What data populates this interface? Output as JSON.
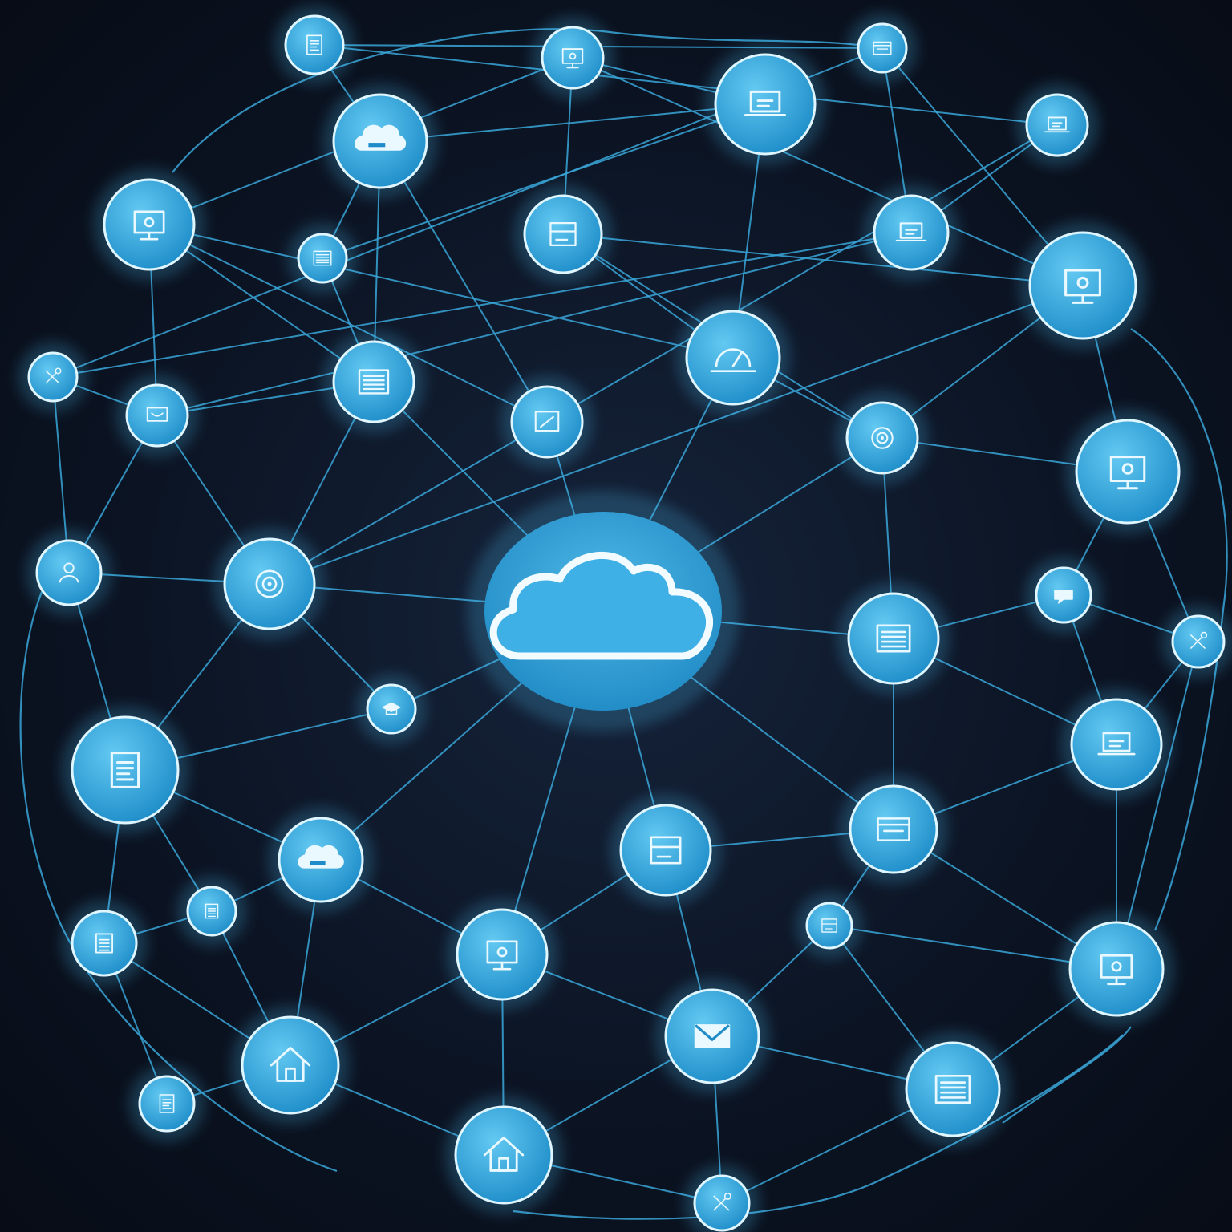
{
  "diagram": {
    "colors": {
      "background": "#0b1322",
      "edge": "#3aa6d8",
      "node_fill_top": "#63c9f2",
      "node_fill_bottom": "#1d8cc8",
      "node_ring": "#dff6ff",
      "glow": "#4fc3f7",
      "icon": "#eaf9ff"
    },
    "hub": {
      "icon": "cloud-icon"
    },
    "nodes": [
      {
        "id": "n1",
        "icon": "document-icon"
      },
      {
        "id": "n2",
        "icon": "monitor-icon"
      },
      {
        "id": "n3",
        "icon": "laptop-icon"
      },
      {
        "id": "n4",
        "icon": "browser-window-icon"
      },
      {
        "id": "n5",
        "icon": "laptop-icon"
      },
      {
        "id": "n6",
        "icon": "cloud-icon"
      },
      {
        "id": "n7",
        "icon": "box-icon"
      },
      {
        "id": "n8",
        "icon": "monitor-icon"
      },
      {
        "id": "n9",
        "icon": "small-document-icon"
      },
      {
        "id": "n10",
        "icon": "laptop-icon"
      },
      {
        "id": "n11",
        "icon": "settings-monitor-icon"
      },
      {
        "id": "n12",
        "icon": "tools-icon"
      },
      {
        "id": "n13",
        "icon": "server-icon"
      },
      {
        "id": "n14",
        "icon": "desk-icon"
      },
      {
        "id": "n15",
        "icon": "edit-icon"
      },
      {
        "id": "n16",
        "icon": "gauge-icon"
      },
      {
        "id": "n17",
        "icon": "target-icon"
      },
      {
        "id": "n18",
        "icon": "monitor-icon"
      },
      {
        "id": "n19",
        "icon": "user-icon"
      },
      {
        "id": "n20",
        "icon": "target-icon"
      },
      {
        "id": "n21",
        "icon": "graduation-cap-icon"
      },
      {
        "id": "n22",
        "icon": "document-list-icon"
      },
      {
        "id": "n23",
        "icon": "chat-icon"
      },
      {
        "id": "n24",
        "icon": "wrench-icon"
      },
      {
        "id": "n25",
        "icon": "document-icon"
      },
      {
        "id": "n26",
        "icon": "laptop-icon"
      },
      {
        "id": "n27",
        "icon": "cloud-icon"
      },
      {
        "id": "n28",
        "icon": "file-card-icon"
      },
      {
        "id": "n29",
        "icon": "browser-window-icon"
      },
      {
        "id": "n30",
        "icon": "clipboard-icon"
      },
      {
        "id": "n31",
        "icon": "clipboard-icon"
      },
      {
        "id": "n32",
        "icon": "box-icon"
      },
      {
        "id": "n33",
        "icon": "monitor-icon"
      },
      {
        "id": "n34",
        "icon": "computer-icon"
      },
      {
        "id": "n35",
        "icon": "home-icon"
      },
      {
        "id": "n36",
        "icon": "mail-icon"
      },
      {
        "id": "n37",
        "icon": "document-list-icon"
      },
      {
        "id": "n38",
        "icon": "document-icon"
      },
      {
        "id": "n39",
        "icon": "home-icon"
      },
      {
        "id": "n40",
        "icon": "wrench-icon"
      }
    ],
    "edges": [
      [
        "n1",
        "n6"
      ],
      [
        "n1",
        "n4"
      ],
      [
        "n1",
        "n5"
      ],
      [
        "n2",
        "n3"
      ],
      [
        "n2",
        "n7"
      ],
      [
        "n2",
        "n8"
      ],
      [
        "n2",
        "n11"
      ],
      [
        "n3",
        "n6"
      ],
      [
        "n3",
        "n16"
      ],
      [
        "n3",
        "n9"
      ],
      [
        "n4",
        "n10"
      ],
      [
        "n4",
        "n11"
      ],
      [
        "n4",
        "n12"
      ],
      [
        "n5",
        "n10"
      ],
      [
        "n5",
        "n15"
      ],
      [
        "n6",
        "n9"
      ],
      [
        "n6",
        "n13"
      ],
      [
        "n6",
        "n15"
      ],
      [
        "n7",
        "n11"
      ],
      [
        "n7",
        "n17"
      ],
      [
        "n7",
        "n16"
      ],
      [
        "n8",
        "n16"
      ],
      [
        "n8",
        "n13"
      ],
      [
        "n8",
        "n14"
      ],
      [
        "n8",
        "n15"
      ],
      [
        "n9",
        "n13"
      ],
      [
        "n10",
        "n14"
      ],
      [
        "n10",
        "n12"
      ],
      [
        "n11",
        "n17"
      ],
      [
        "n11",
        "n18"
      ],
      [
        "n11",
        "n20"
      ],
      [
        "n12",
        "n19"
      ],
      [
        "n12",
        "n14"
      ],
      [
        "n13",
        "n14"
      ],
      [
        "n13",
        "n20"
      ],
      [
        "n13",
        "hub"
      ],
      [
        "n14",
        "n19"
      ],
      [
        "n14",
        "n20"
      ],
      [
        "n15",
        "hub"
      ],
      [
        "n15",
        "n20"
      ],
      [
        "n16",
        "hub"
      ],
      [
        "n16",
        "n17"
      ],
      [
        "n17",
        "n18"
      ],
      [
        "n17",
        "n22"
      ],
      [
        "n17",
        "hub"
      ],
      [
        "n18",
        "n23"
      ],
      [
        "n18",
        "n24"
      ],
      [
        "n19",
        "n25"
      ],
      [
        "n19",
        "n20"
      ],
      [
        "n20",
        "hub"
      ],
      [
        "n20",
        "n21"
      ],
      [
        "n20",
        "n25"
      ],
      [
        "n21",
        "n25"
      ],
      [
        "n21",
        "hub"
      ],
      [
        "n22",
        "hub"
      ],
      [
        "n22",
        "n23"
      ],
      [
        "n22",
        "n26"
      ],
      [
        "n22",
        "n29"
      ],
      [
        "n23",
        "n24"
      ],
      [
        "n23",
        "n26"
      ],
      [
        "n24",
        "n26"
      ],
      [
        "n25",
        "n27"
      ],
      [
        "n25",
        "n30"
      ],
      [
        "n25",
        "n31"
      ],
      [
        "n26",
        "n29"
      ],
      [
        "n26",
        "n34"
      ],
      [
        "n27",
        "hub"
      ],
      [
        "n27",
        "n33"
      ],
      [
        "n27",
        "n30"
      ],
      [
        "n27",
        "n35"
      ],
      [
        "n28",
        "hub"
      ],
      [
        "n28",
        "n33"
      ],
      [
        "n28",
        "n29"
      ],
      [
        "n28",
        "n36"
      ],
      [
        "n29",
        "n32"
      ],
      [
        "n29",
        "n34"
      ],
      [
        "n29",
        "hub"
      ],
      [
        "n30",
        "n31"
      ],
      [
        "n30",
        "n35"
      ],
      [
        "n31",
        "n35"
      ],
      [
        "n31",
        "n38"
      ],
      [
        "n32",
        "n36"
      ],
      [
        "n32",
        "n37"
      ],
      [
        "n33",
        "n36"
      ],
      [
        "n33",
        "n35"
      ],
      [
        "n33",
        "n39"
      ],
      [
        "n33",
        "hub"
      ],
      [
        "n34",
        "n37"
      ],
      [
        "n35",
        "n38"
      ],
      [
        "n35",
        "n39"
      ],
      [
        "n36",
        "n39"
      ],
      [
        "n36",
        "n37"
      ],
      [
        "n36",
        "n40"
      ],
      [
        "n37",
        "n40"
      ],
      [
        "n39",
        "n40"
      ],
      [
        "n32",
        "n34"
      ],
      [
        "n24",
        "n34"
      ]
    ]
  }
}
